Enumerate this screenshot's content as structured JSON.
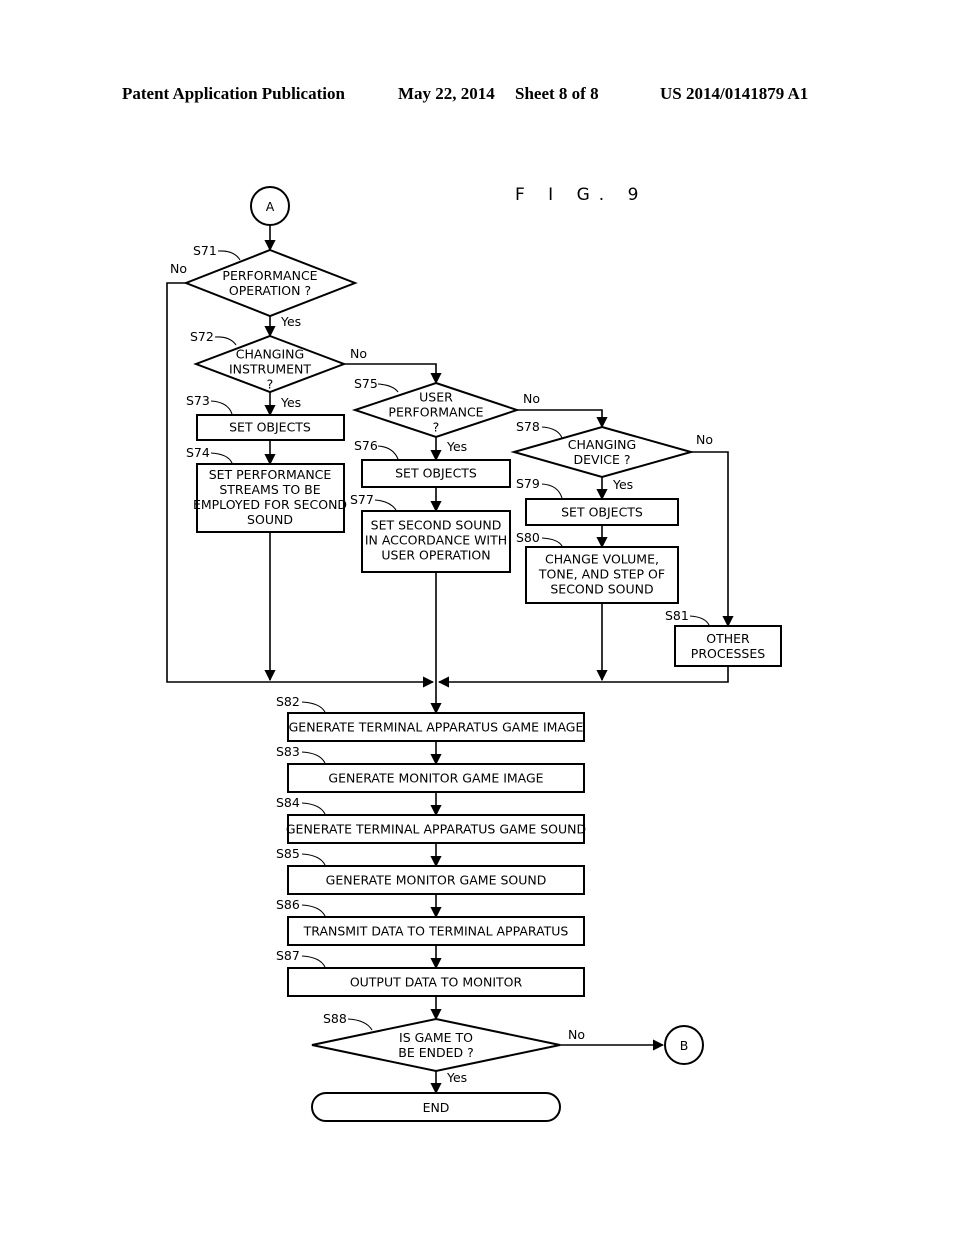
{
  "header": {
    "left": "Patent Application Publication",
    "date": "May 22, 2014",
    "sheet": "Sheet 8 of 8",
    "pub_number": "US 2014/0141879 A1"
  },
  "figure": {
    "title": "F I G. 9"
  },
  "connectors": {
    "a": "A",
    "b": "B"
  },
  "steps": {
    "s71": {
      "id": "S71",
      "lines": [
        "PERFORMANCE",
        "OPERATION ?"
      ]
    },
    "s72": {
      "id": "S72",
      "lines": [
        "CHANGING",
        "INSTRUMENT",
        "?"
      ]
    },
    "s73": {
      "id": "S73",
      "lines": [
        "SET OBJECTS"
      ]
    },
    "s74": {
      "id": "S74",
      "lines": [
        "SET PERFORMANCE",
        "STREAMS TO BE",
        "EMPLOYED FOR SECOND",
        "SOUND"
      ]
    },
    "s75": {
      "id": "S75",
      "lines": [
        "USER",
        "PERFORMANCE",
        "?"
      ]
    },
    "s76": {
      "id": "S76",
      "lines": [
        "SET OBJECTS"
      ]
    },
    "s77": {
      "id": "S77",
      "lines": [
        "SET SECOND SOUND",
        "IN ACCORDANCE WITH",
        "USER OPERATION"
      ]
    },
    "s78": {
      "id": "S78",
      "lines": [
        "CHANGING",
        "DEVICE ?"
      ]
    },
    "s79": {
      "id": "S79",
      "lines": [
        "SET OBJECTS"
      ]
    },
    "s80": {
      "id": "S80",
      "lines": [
        "CHANGE VOLUME,",
        "TONE, AND STEP OF",
        "SECOND SOUND"
      ]
    },
    "s81": {
      "id": "S81",
      "lines": [
        "OTHER",
        "PROCESSES"
      ]
    },
    "s82": {
      "id": "S82",
      "lines": [
        "GENERATE TERMINAL APPARATUS GAME IMAGE"
      ]
    },
    "s83": {
      "id": "S83",
      "lines": [
        "GENERATE MONITOR GAME IMAGE"
      ]
    },
    "s84": {
      "id": "S84",
      "lines": [
        "GENERATE TERMINAL APPARATUS GAME SOUND"
      ]
    },
    "s85": {
      "id": "S85",
      "lines": [
        "GENERATE MONITOR GAME SOUND"
      ]
    },
    "s86": {
      "id": "S86",
      "lines": [
        "TRANSMIT DATA TO TERMINAL APPARATUS"
      ]
    },
    "s87": {
      "id": "S87",
      "lines": [
        "OUTPUT DATA TO MONITOR"
      ]
    },
    "s88": {
      "id": "S88",
      "lines": [
        "IS GAME TO",
        "BE ENDED ?"
      ]
    }
  },
  "end_label": "END",
  "branch_labels": {
    "yes": "Yes",
    "no": "No"
  }
}
